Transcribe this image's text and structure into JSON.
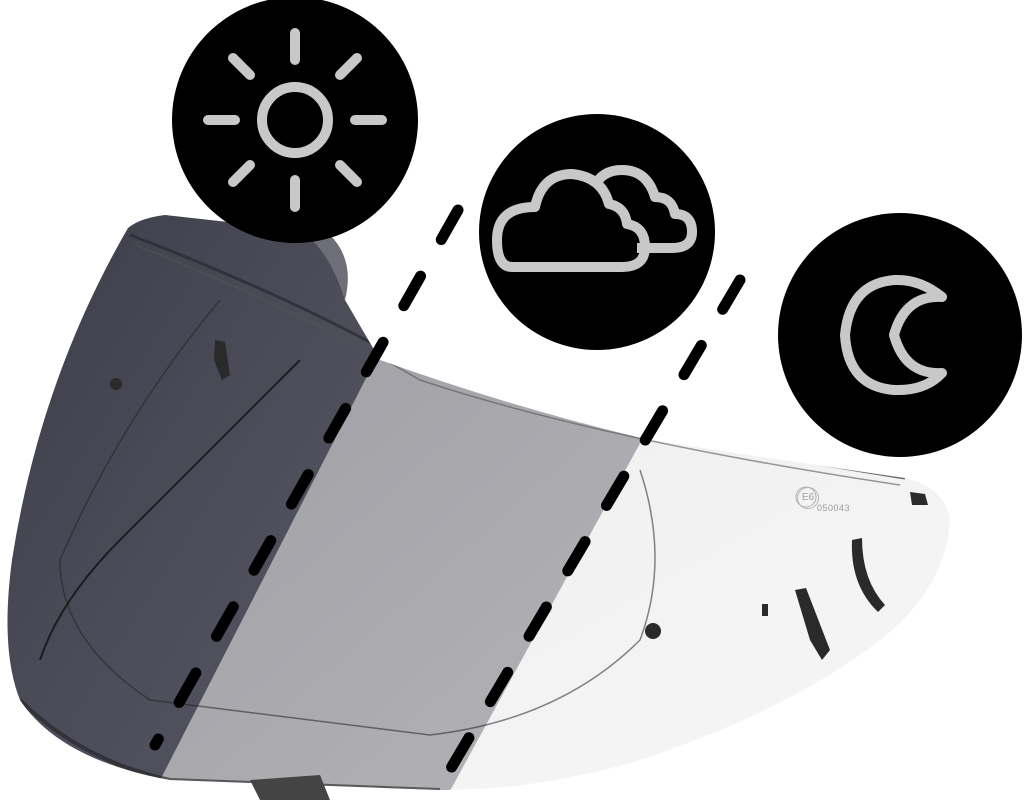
{
  "image": {
    "subject": "photochromic helmet visor",
    "background": "#ffffff"
  },
  "icons": [
    {
      "name": "sun-icon",
      "condition": "sunny",
      "circle_color": "#000000",
      "glyph_color": "#c8c8c8"
    },
    {
      "name": "cloud-icon",
      "condition": "cloudy",
      "circle_color": "#000000",
      "glyph_color": "#c8c8c8"
    },
    {
      "name": "moon-icon",
      "condition": "night",
      "circle_color": "#000000",
      "glyph_color": "#c8c8c8"
    }
  ],
  "visor": {
    "zones": [
      {
        "name": "dark-tint-zone",
        "color": "#4a4b57"
      },
      {
        "name": "medium-tint-zone",
        "color": "#a9a9ae"
      },
      {
        "name": "clear-zone",
        "color": "#f2f2f2"
      }
    ],
    "divider_style": "dashed",
    "divider_color": "#000000",
    "certification_mark": "E6",
    "certification_number": "050043"
  }
}
